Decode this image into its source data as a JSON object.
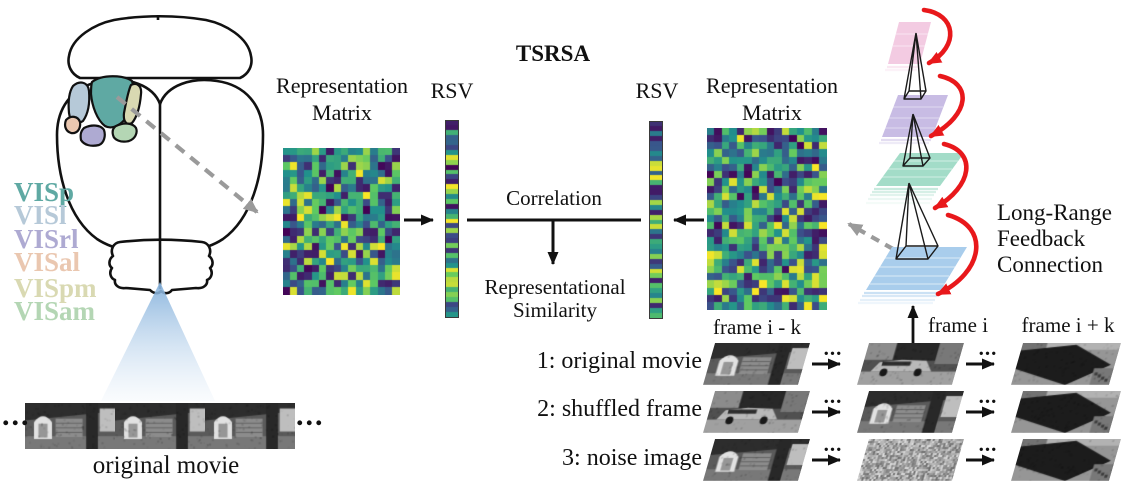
{
  "figure": {
    "title": "TSRSA",
    "ellipsis": "...",
    "colors": {
      "arrow_red": "#e8181b",
      "dashed_gray": "#9a9a9a",
      "beam_blue": "#86b2dc",
      "ink": "#111111"
    }
  },
  "brain": {
    "areas": [
      {
        "name": "VISp",
        "color": "#5fa9a3"
      },
      {
        "name": "VISl",
        "color": "#b6c9d8"
      },
      {
        "name": "VISrl",
        "color": "#aeaad2"
      },
      {
        "name": "VISal",
        "color": "#eac7b0"
      },
      {
        "name": "VISpm",
        "color": "#d9d9b2"
      },
      {
        "name": "VISam",
        "color": "#b4d6b4"
      }
    ]
  },
  "strip": {
    "caption": "original movie"
  },
  "pipeline": {
    "left": {
      "label_line1": "Representation",
      "label_line2": "Matrix",
      "rsv": "RSV"
    },
    "right": {
      "rsv": "RSV",
      "label_line1": "Representation",
      "label_line2": "Matrix"
    },
    "correlation": "Correlation",
    "result_line1": "Representational",
    "result_line2": "Similarity"
  },
  "network": {
    "caption_line1": "Long-Range",
    "caption_line2": "Feedback",
    "caption_line3": "Connection",
    "layer_colors": [
      "#a9cdec",
      "#a3dcc8",
      "#c8bce4",
      "#f3cbe2"
    ]
  },
  "stimuli": {
    "column_labels": [
      "frame i - k",
      "frame i",
      "frame i + k"
    ],
    "rows": [
      {
        "label": "1: original movie",
        "scenes": [
          "arch",
          "car",
          "dark"
        ]
      },
      {
        "label": "2: shuffled frame",
        "scenes": [
          "car",
          "arch",
          "dark"
        ]
      },
      {
        "label": "3: noise image",
        "scenes": [
          "arch",
          "noise",
          "dark"
        ]
      }
    ],
    "strip_scenes": [
      "arch",
      "arch",
      "arch"
    ]
  },
  "heatmaps": {
    "palette": [
      "#440154",
      "#3b528b",
      "#21918c",
      "#5ec962",
      "#fde725"
    ],
    "left_matrix": {
      "cols": 16,
      "rows": 20,
      "seed": 11
    },
    "right_matrix": {
      "cols": 16,
      "rows": 25,
      "seed": 77
    },
    "rsv_left": {
      "cells": 40,
      "seed": 23
    },
    "rsv_right": {
      "cells": 40,
      "seed": 51
    }
  }
}
